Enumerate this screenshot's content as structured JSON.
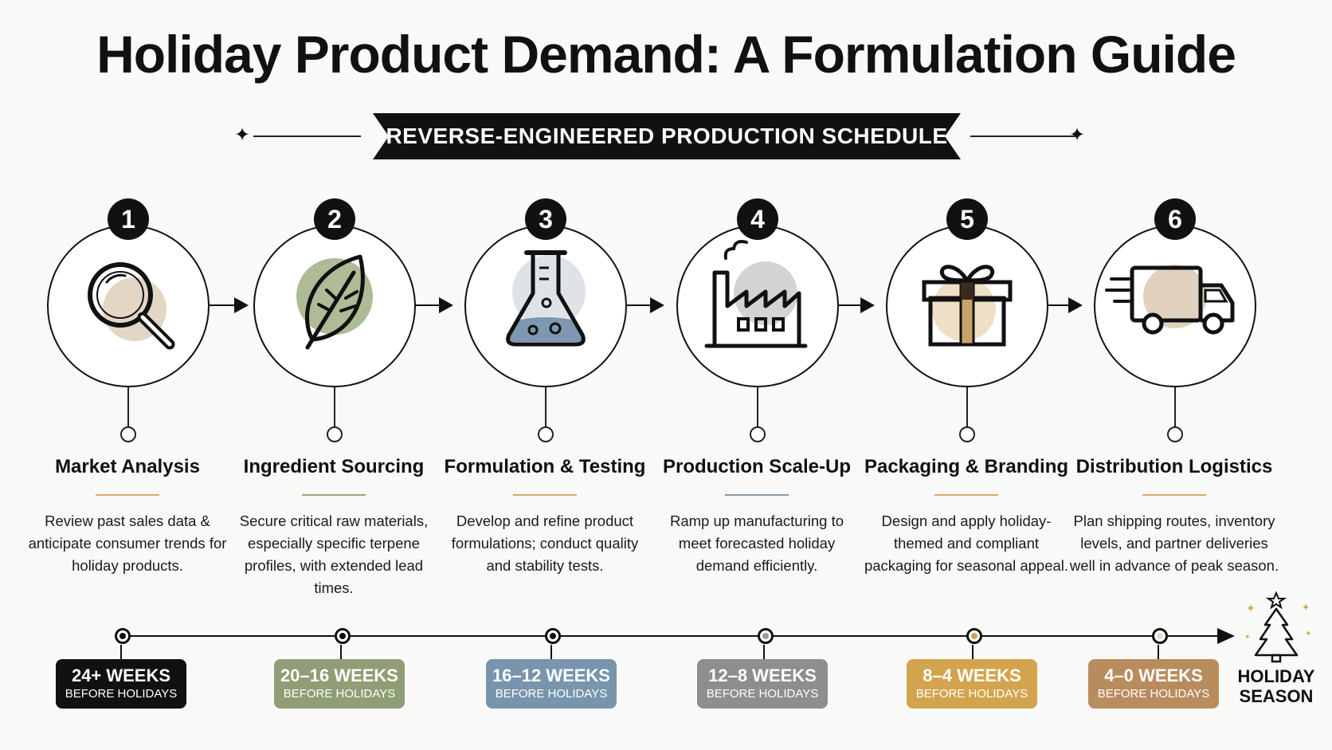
{
  "title": "Holiday Product Demand: A Formulation Guide",
  "subtitle": "REVERSE-ENGINEERED PRODUCTION SCHEDULE",
  "stages": [
    {
      "number": "1",
      "title": "Market Analysis",
      "description": "Review past sales data & anticipate consumer trends for holiday products.",
      "icon": "magnifying-glass-icon",
      "accent_color": "#d9a86b",
      "timeline": {
        "weeks": "24+ WEEKS",
        "before": "BEFORE HOLIDAYS",
        "color": "#111111"
      }
    },
    {
      "number": "2",
      "title": "Ingredient Sourcing",
      "description": "Secure critical raw materials, especially specific terpene profiles, with extended lead times.",
      "icon": "leaf-icon",
      "accent_color": "#97a97e",
      "timeline": {
        "weeks": "20–16 WEEKS",
        "before": "BEFORE HOLIDAYS",
        "color": "#8f9e74"
      }
    },
    {
      "number": "3",
      "title": "Formulation & Testing",
      "description": "Develop and refine product formulations; conduct quality and stability tests.",
      "icon": "flask-icon",
      "accent_color": "#d9a86b",
      "timeline": {
        "weeks": "16–12 WEEKS",
        "before": "BEFORE HOLIDAYS",
        "color": "#7895ad"
      }
    },
    {
      "number": "4",
      "title": "Production Scale-Up",
      "description": "Ramp up manufacturing to meet forecasted holiday demand efficiently.",
      "icon": "factory-icon",
      "accent_color": "#8a96a8",
      "timeline": {
        "weeks": "12–8 WEEKS",
        "before": "BEFORE HOLIDAYS",
        "color": "#8e8e8e"
      }
    },
    {
      "number": "5",
      "title": "Packaging & Branding",
      "description": "Design and apply holiday-themed and compliant packaging for seasonal appeal.",
      "icon": "gift-box-icon",
      "accent_color": "#d9a86b",
      "timeline": {
        "weeks": "8–4 WEEKS",
        "before": "BEFORE HOLIDAYS",
        "color": "#d3a44e"
      }
    },
    {
      "number": "6",
      "title": "Distribution Logistics",
      "description": "Plan shipping routes, inventory levels, and partner deliveries well in advance of peak season.",
      "icon": "delivery-truck-icon",
      "accent_color": "#d9a86b",
      "timeline": {
        "weeks": "4–0 WEEKS",
        "before": "BEFORE HOLIDAYS",
        "color": "#b98c5e"
      }
    }
  ],
  "end_marker": {
    "icon": "christmas-tree-icon",
    "label_line1": "HOLIDAY",
    "label_line2": "SEASON"
  }
}
